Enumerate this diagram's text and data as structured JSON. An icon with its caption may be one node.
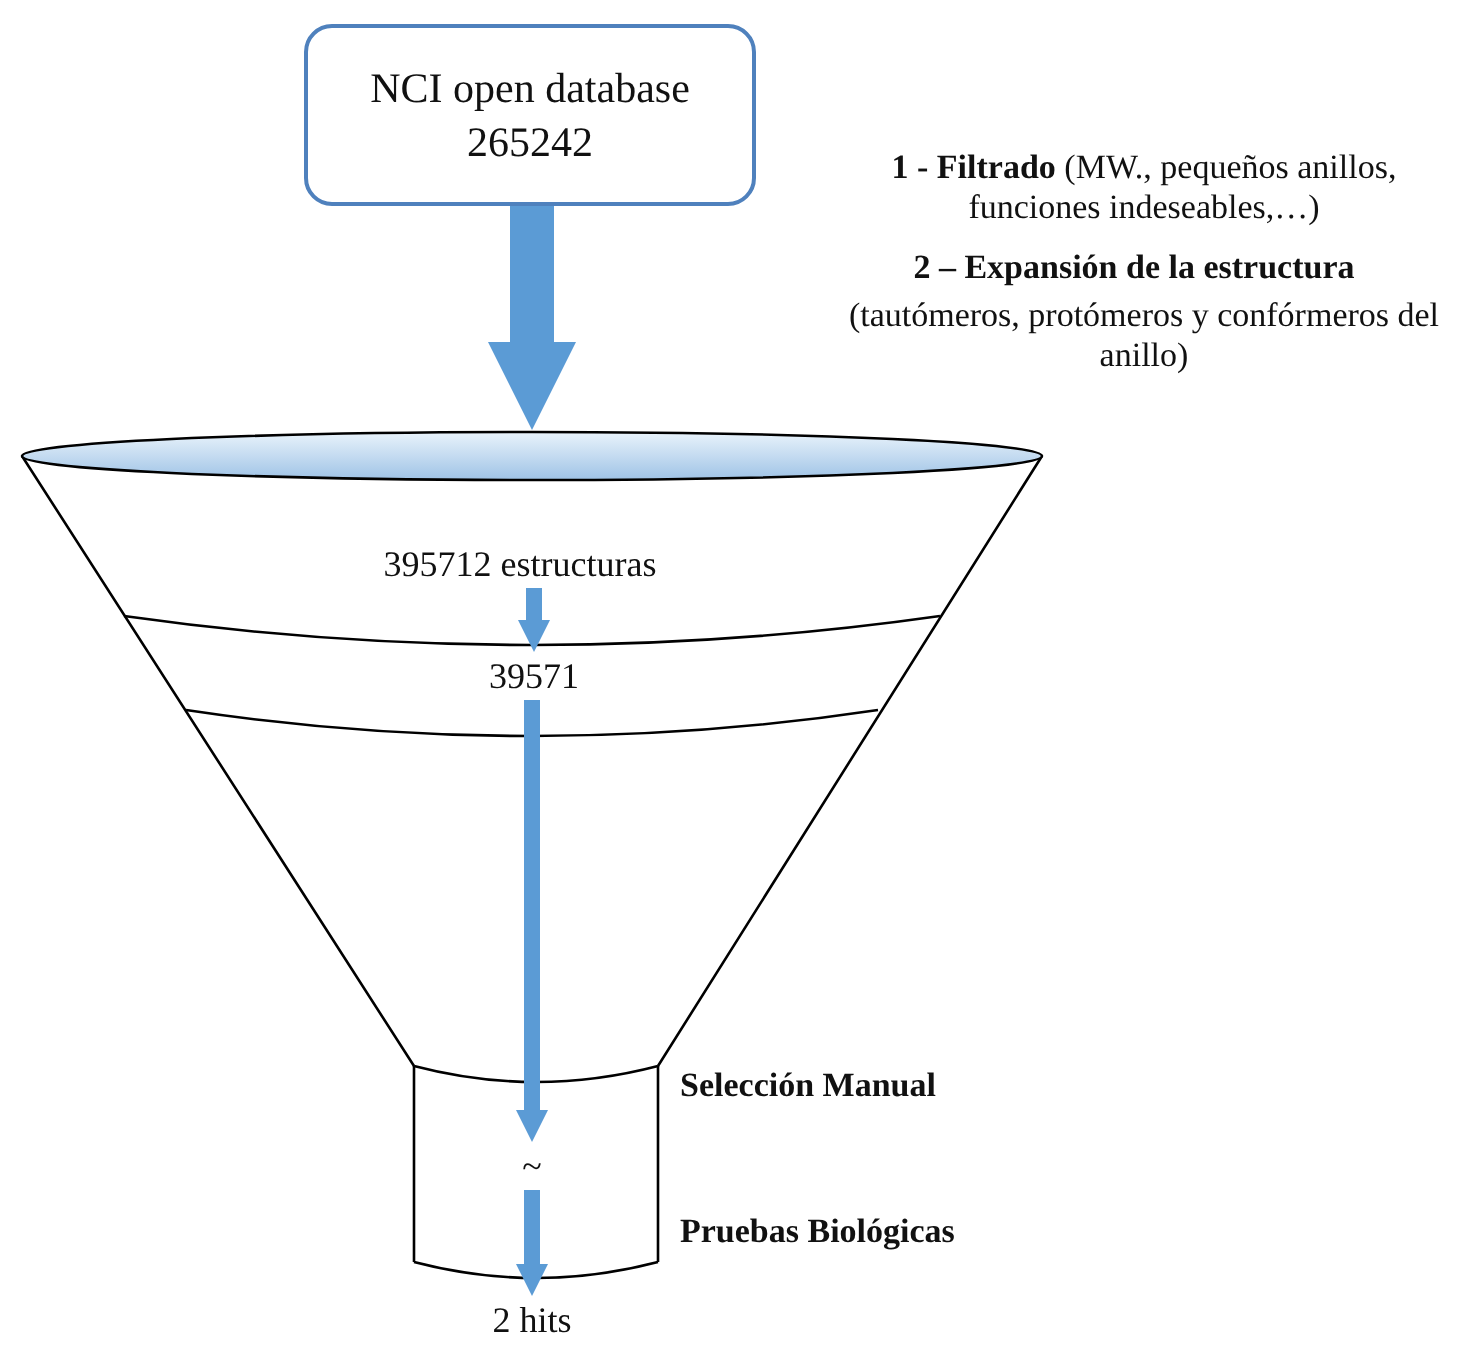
{
  "diagram": {
    "nodes": [
      {
        "text": [
          "NCI open database 265242"
        ]
      },
      {
        "text": [],
        "shape": "funnel"
      },
      {
        "text": [
          "395712 estructuras"
        ],
        "in": 1
      },
      {
        "text": [
          "39571"
        ],
        "in": 1
      },
      {
        "text": [
          "~"
        ],
        "in": 1
      },
      {
        "text": [
          "2 hits"
        ]
      }
    ],
    "edges": [
      {
        "from": 0,
        "to": 1,
        "arrow": "to",
        "style": "thick"
      },
      {
        "from": 2,
        "to": 3,
        "arrow": "to"
      },
      {
        "from": 3,
        "to": 4,
        "arrow": "to"
      },
      {
        "from": 4,
        "to": 5,
        "arrow": "to"
      }
    ],
    "labels": [
      "**1 - Filtrado** (MW., pequeños anillos, funciones indeseables,…)",
      "2 – Expansión de la estructura",
      "(tautómeros, protómeros y confórmeros del anillo)",
      "Selección Manual",
      "Pruebas Biológicas"
    ]
  }
}
